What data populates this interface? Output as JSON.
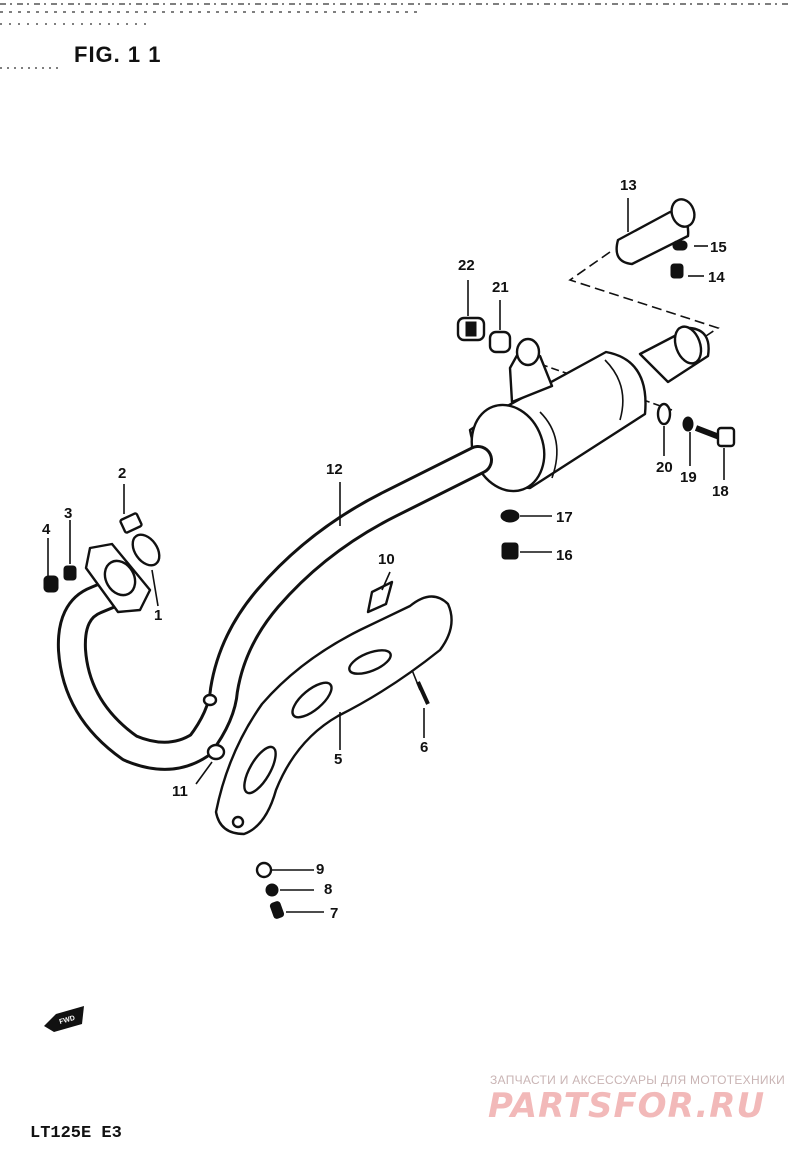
{
  "figure": {
    "title": "FIG. 1 1",
    "model": "LT125E E3"
  },
  "watermark": {
    "subtitle": "ЗАПЧАСТИ И АКСЕССУАРЫ ДЛЯ МОТОТЕХНИКИ",
    "brand": "PARTSFOR.RU"
  },
  "callouts": {
    "c1": "1",
    "c2": "2",
    "c3": "3",
    "c4": "4",
    "c5": "5",
    "c6": "6",
    "c7": "7",
    "c8": "8",
    "c9": "9",
    "c10": "10",
    "c11": "11",
    "c12": "12",
    "c13": "13",
    "c14": "14",
    "c15": "15",
    "c16": "16",
    "c17": "17",
    "c18": "18",
    "c19": "19",
    "c20": "20",
    "c21": "21",
    "c22": "22"
  },
  "direction_marker": "FWD"
}
